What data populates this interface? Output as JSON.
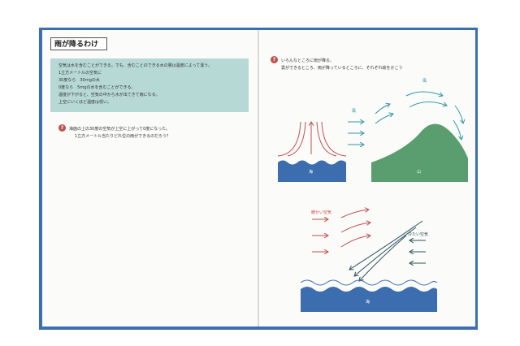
{
  "left_page": {
    "title": "雨が降るわけ",
    "note_lines": [
      "空気は水を含むことができる。でも、含むことのできる水の量は温度によって違う。",
      "1立方メートルの空気に",
      "30度なら　30ｍgの水",
      "0度なら　5ｍgの水を含むことができる。",
      "温度が下がると、空気の中から水が出てきて雨になる。",
      "上空にいくほど温度は低い。"
    ],
    "question_mark": "?",
    "question_lines": [
      "海面の上の30度の空気が上空に上がって0度になった。",
      "1立方メートル当たりどれ位の雨ができるのだろう？"
    ]
  },
  "right_page": {
    "question_mark": "?",
    "question_lines": [
      "いろんなところに雨が降る。",
      "雲ができるところ、雨が降っているところに、それぞれ絵をかこう"
    ],
    "labels": {
      "sea_top": "海",
      "mountain": "山",
      "wind_small": "風",
      "wind_top": "風",
      "warm_air": "暖かい空気",
      "cold_air": "冷たい空気",
      "sea_bottom": "海"
    }
  },
  "colors": {
    "book_blue": "#3d6fb0",
    "sea_blue": "#3b6daf",
    "mountain_green": "#5a9e6f",
    "warm_red": "#c0504d",
    "arrow_teal": "#2e9aa8",
    "cold_dark": "#2d5560",
    "note_bg": "#b7d9d6"
  }
}
